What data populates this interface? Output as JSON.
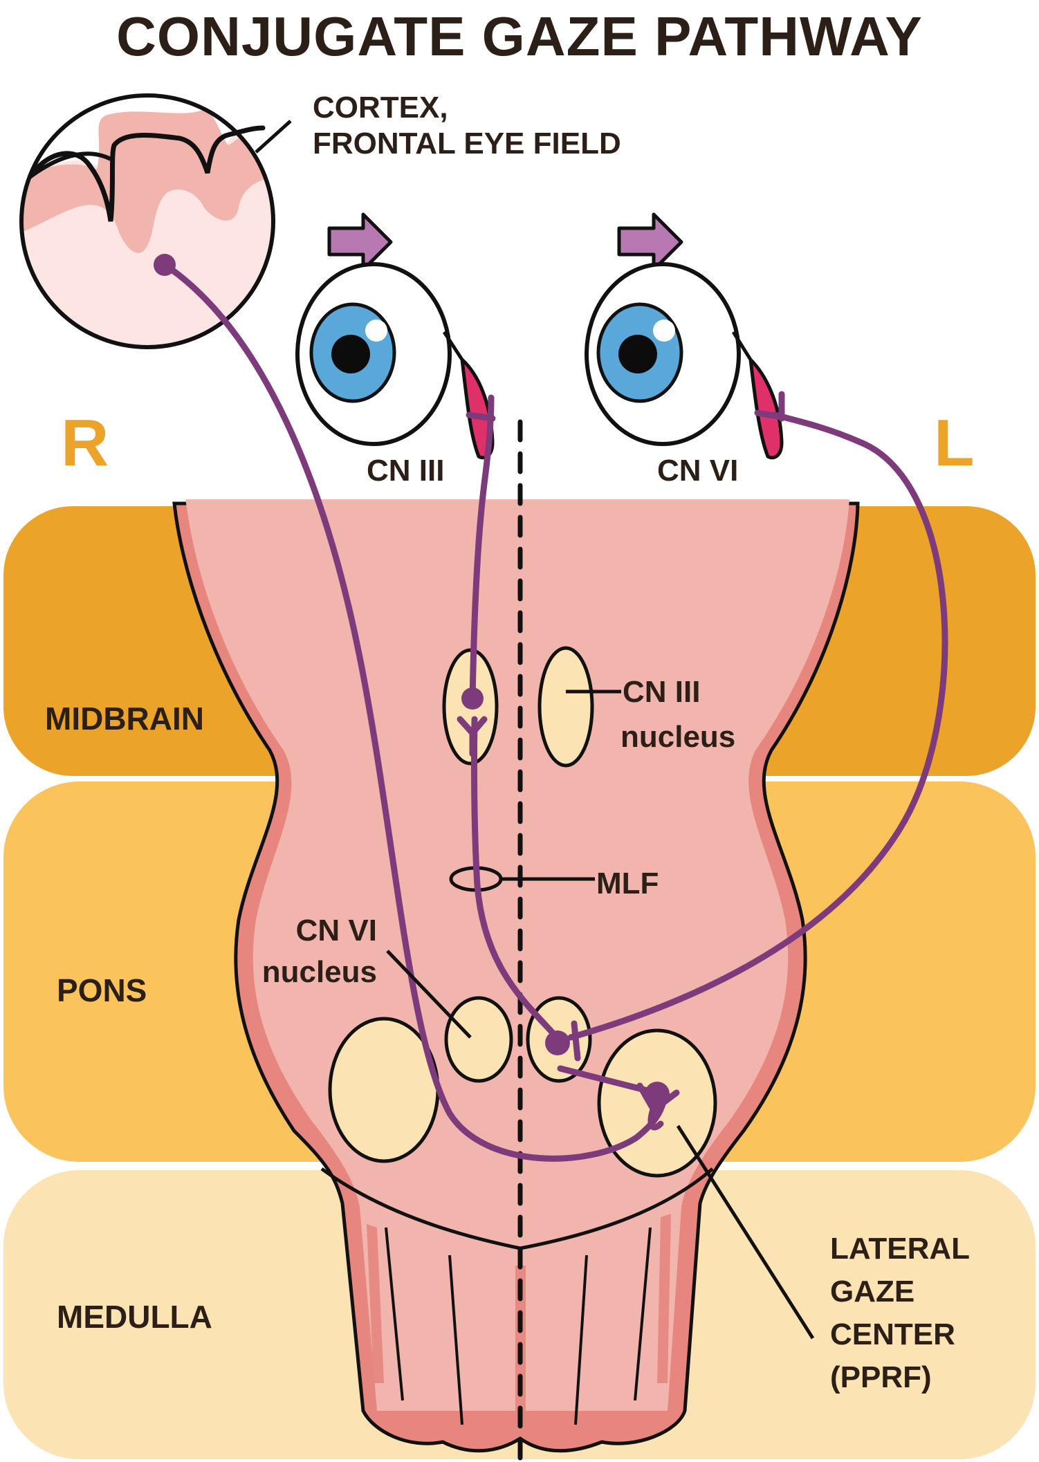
{
  "title": "CONJUGATE GAZE PATHWAY",
  "side_labels": {
    "right": "R",
    "left": "L"
  },
  "cortex_label": {
    "line1": "CORTEX,",
    "line2": "FRONTAL EYE FIELD"
  },
  "eye_labels": {
    "right_eye_nerve": "CN III",
    "left_eye_nerve": "CN VI"
  },
  "regions": [
    {
      "name": "MIDBRAIN",
      "color": "#eba32a"
    },
    {
      "name": "PONS",
      "color": "#fbc35b"
    },
    {
      "name": "MEDULLA",
      "color": "#fbe3b3"
    }
  ],
  "structure_labels": {
    "cn3_nucleus": {
      "line1": "CN III",
      "line2": "nucleus"
    },
    "mlf": "MLF",
    "cn6_nucleus": {
      "line1": "CN VI",
      "line2": "nucleus"
    },
    "pprf": {
      "line1": "LATERAL",
      "line2": "GAZE",
      "line3": "CENTER",
      "line4": "(PPRF)"
    }
  },
  "colors": {
    "pathway": "#7d3b7c",
    "arrow": "#b878b1",
    "brainstem": "#f2b5ad",
    "brainstem_edge": "#e7857f",
    "nucleus": "#fbe3b3",
    "iris": "#5aa7da",
    "muscle": "#e0306a",
    "side_label": "#eba32a",
    "text": "#2b1f17"
  },
  "gaze_direction": "right"
}
